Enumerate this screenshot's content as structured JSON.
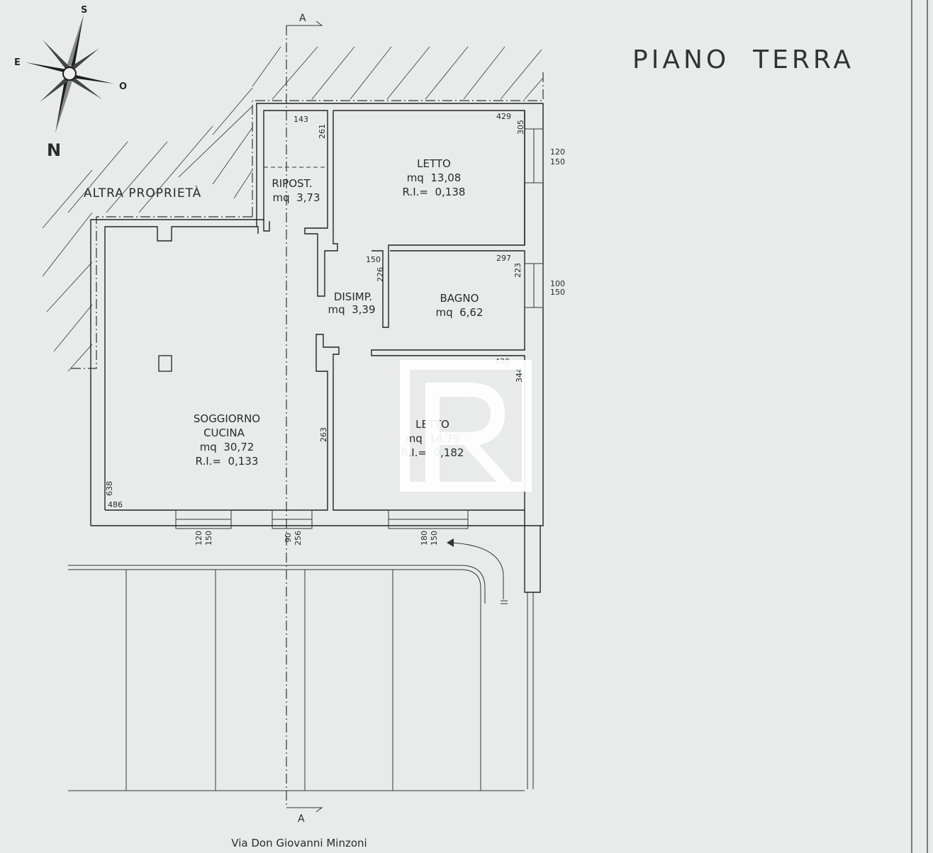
{
  "title": "PIANO  TERRA",
  "compass": {
    "s": "S",
    "e": "E",
    "o": "O",
    "n": "N"
  },
  "section_marker": "A",
  "other_property": "ALTRA PROPRIETÀ",
  "street": "Via Don Giovanni Minzoni",
  "rooms": {
    "ripost": {
      "name": "RIPOST.",
      "area": "mq  3,73"
    },
    "letto1": {
      "name": "LETTO",
      "area": "mq  13,08",
      "ri": "R.I.=  0,138"
    },
    "disimp": {
      "name": "DISIMP.",
      "area": "mq  3,39"
    },
    "bagno": {
      "name": "BAGNO",
      "area": "mq  6,62"
    },
    "soggiorno": {
      "name1": "SOGGIORNO",
      "name2": "CUCINA",
      "area": "mq  30,72",
      "ri": "R.I.=  0,133"
    },
    "letto2": {
      "name": "LETTO",
      "area": "mq  14,79",
      "ri": "R.I.=  0,182"
    }
  },
  "dimensions": {
    "d143": "143",
    "d261": "261",
    "d429": "429",
    "d305": "305",
    "w1a": "120",
    "w1b": "150",
    "d150": "150",
    "d226": "226",
    "d297": "297",
    "d223": "223",
    "w2a": "100",
    "w2b": "150",
    "d430": "430",
    "d344": "344",
    "d263": "263",
    "d638": "638",
    "d486": "486",
    "w3a": "120",
    "w3b": "150",
    "w4a": "90",
    "w4b": "256",
    "w5a": "180",
    "w5b": "150"
  },
  "watermark_colors": {
    "fill": "#ffffff"
  }
}
